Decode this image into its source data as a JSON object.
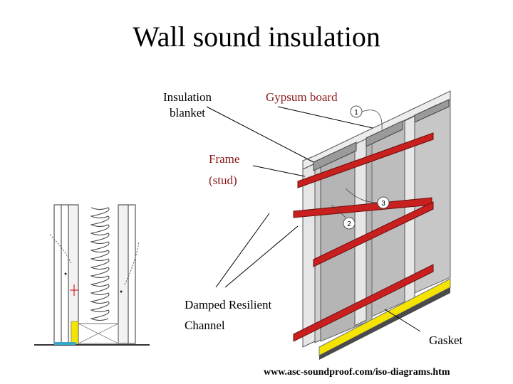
{
  "title": "Wall sound insulation",
  "labels": {
    "insulation_blanket": [
      "Insulation",
      "blanket"
    ],
    "gypsum_board": "Gypsum board",
    "frame_stud": [
      "Frame",
      "(stud)"
    ],
    "damped_resilient_channel": [
      "Damped Resilient",
      "Channel"
    ],
    "gasket": "Gasket"
  },
  "callouts": [
    "1",
    "2",
    "3"
  ],
  "source": "www.asc-soundproof.com/iso-diagrams.htm",
  "colors": {
    "channel": "#c8201e",
    "gasket": "#f5e400",
    "board": "#bdbdbd",
    "frame": "#e6e6e6"
  }
}
